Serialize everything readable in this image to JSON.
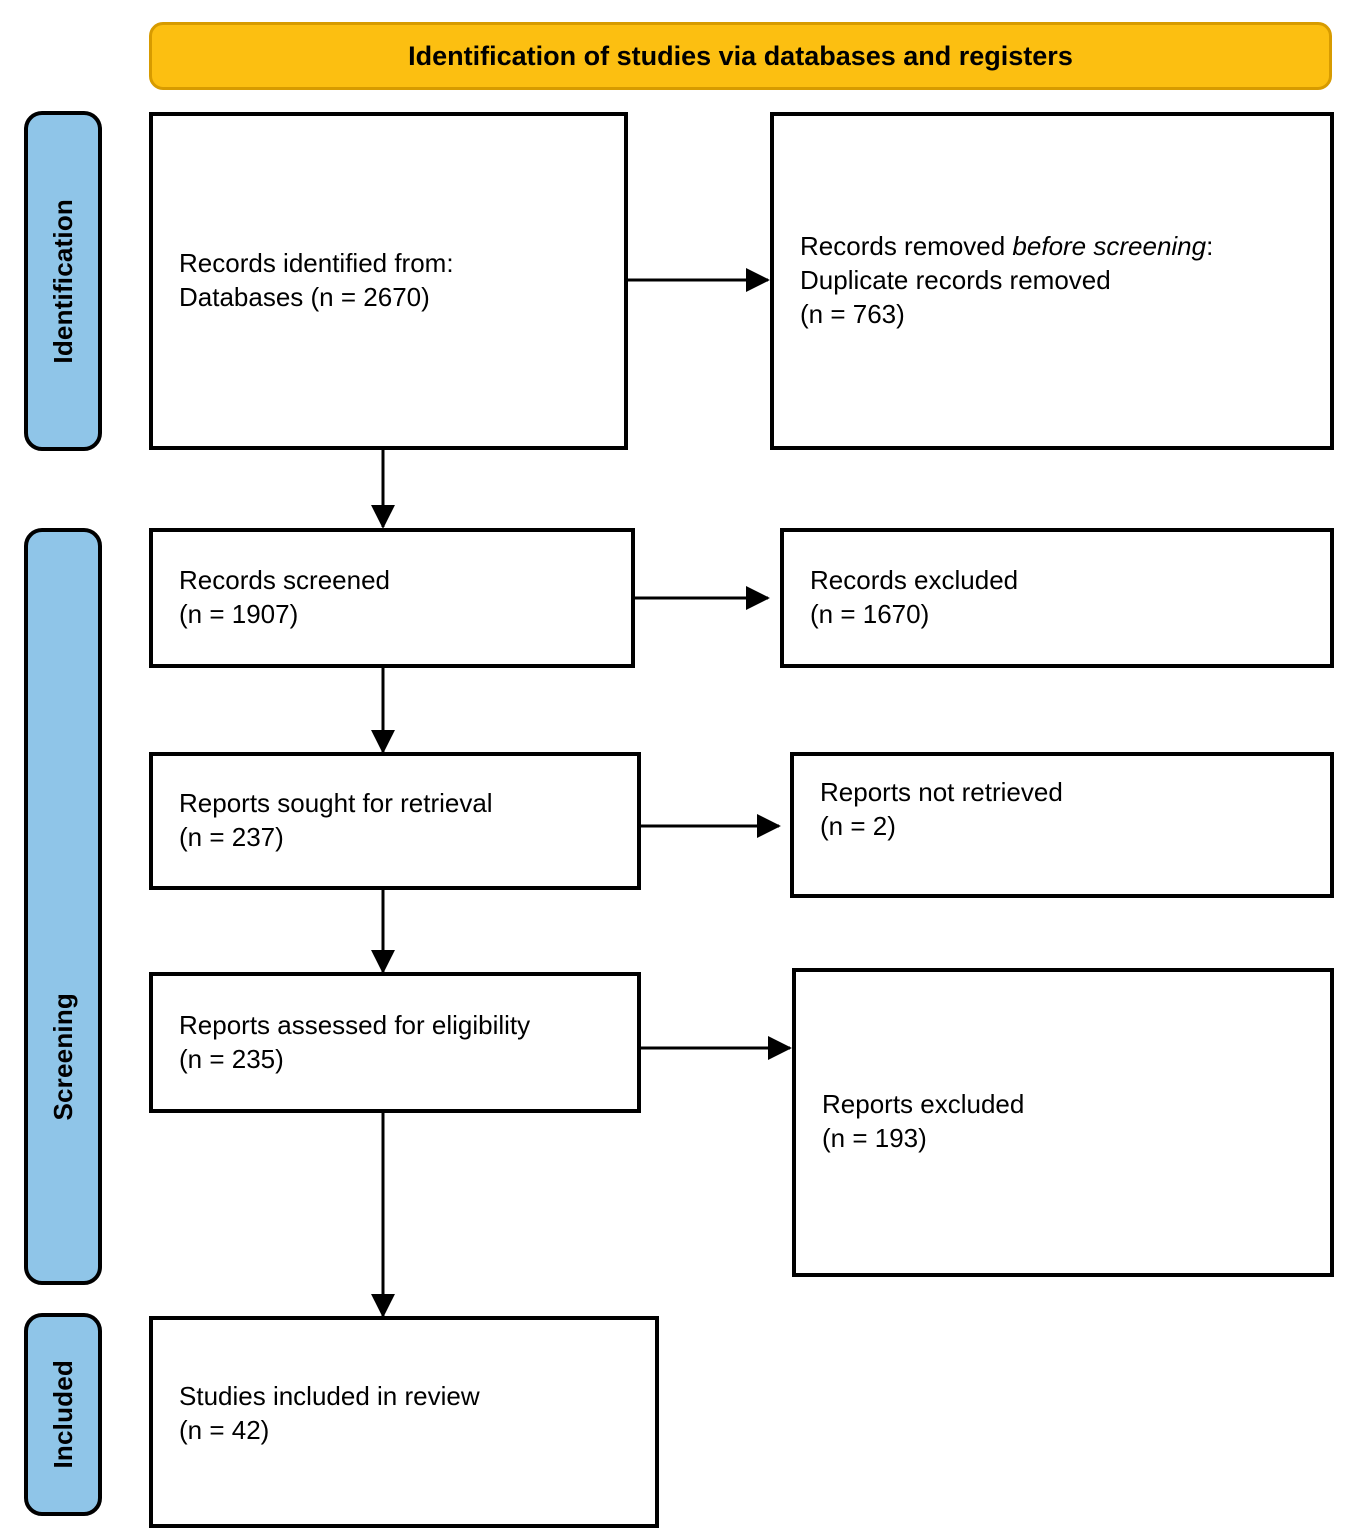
{
  "banner": {
    "title": "Identification of studies via databases and registers",
    "bg": "#FCBF11",
    "border": "#D79B00"
  },
  "sidebar": {
    "bg": "#8FC5E8",
    "items": [
      {
        "label": "Identification"
      },
      {
        "label": "Screening"
      },
      {
        "label": "Included"
      }
    ]
  },
  "flow": {
    "boxes": [
      {
        "id": "records-identified",
        "line1": "Records identified from:",
        "line2": "Databases (n = 2670)",
        "text": "Records identified from:\nDatabases (n = 2670)"
      },
      {
        "id": "records-removed",
        "line1": "Records removed ",
        "emphasis": "before screening",
        "line1_tail": ":",
        "line2": "Duplicate records removed",
        "line3": "(n = 763)"
      },
      {
        "id": "records-screened",
        "text": "Records screened\n(n = 1907)"
      },
      {
        "id": "records-excluded",
        "text": "Records excluded\n(n = 1670)"
      },
      {
        "id": "reports-sought",
        "text": "Reports sought for retrieval\n(n = 237)"
      },
      {
        "id": "reports-not-retrieved",
        "text": "Reports not retrieved\n(n = 2)"
      },
      {
        "id": "reports-assessed",
        "text": "Reports assessed for eligibility\n(n = 235)"
      },
      {
        "id": "reports-excluded",
        "text": "Reports excluded\n(n = 193)"
      },
      {
        "id": "studies-included",
        "text": "Studies included in review\n(n = 42)"
      }
    ]
  },
  "chart_data": {
    "type": "diagram",
    "title": "Identification of studies via databases and registers",
    "stages": [
      "Identification",
      "Screening",
      "Included"
    ],
    "nodes": [
      {
        "label": "Records identified from: Databases",
        "n": 2670,
        "stage": "Identification",
        "side": "left"
      },
      {
        "label": "Records removed before screening: Duplicate records removed",
        "n": 763,
        "stage": "Identification",
        "side": "right"
      },
      {
        "label": "Records screened",
        "n": 1907,
        "stage": "Screening",
        "side": "left"
      },
      {
        "label": "Records excluded",
        "n": 1670,
        "stage": "Screening",
        "side": "right"
      },
      {
        "label": "Reports sought for retrieval",
        "n": 237,
        "stage": "Screening",
        "side": "left"
      },
      {
        "label": "Reports not retrieved",
        "n": 2,
        "stage": "Screening",
        "side": "right"
      },
      {
        "label": "Reports assessed for eligibility",
        "n": 235,
        "stage": "Screening",
        "side": "left"
      },
      {
        "label": "Reports excluded",
        "n": 193,
        "stage": "Screening",
        "side": "right"
      },
      {
        "label": "Studies included in review",
        "n": 42,
        "stage": "Included",
        "side": "left"
      }
    ],
    "edges": [
      {
        "from": "Records identified from: Databases",
        "to": "Records removed before screening: Duplicate records removed",
        "dir": "right"
      },
      {
        "from": "Records identified from: Databases",
        "to": "Records screened",
        "dir": "down"
      },
      {
        "from": "Records screened",
        "to": "Records excluded",
        "dir": "right"
      },
      {
        "from": "Records screened",
        "to": "Reports sought for retrieval",
        "dir": "down"
      },
      {
        "from": "Reports sought for retrieval",
        "to": "Reports not retrieved",
        "dir": "right"
      },
      {
        "from": "Reports sought for retrieval",
        "to": "Reports assessed for eligibility",
        "dir": "down"
      },
      {
        "from": "Reports assessed for eligibility",
        "to": "Reports excluded",
        "dir": "right"
      },
      {
        "from": "Reports assessed for eligibility",
        "to": "Studies included in review",
        "dir": "down"
      }
    ]
  }
}
